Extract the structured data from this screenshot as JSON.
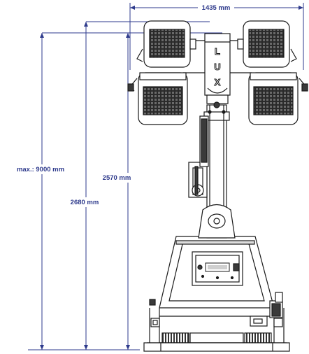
{
  "dimensions": {
    "width_label": "1435 mm",
    "height_max_label": "max.: 9000 mm",
    "height_mid_label": "2680 mm",
    "height_inner_label": "2570 mm"
  },
  "mast_letters": [
    "L",
    "U",
    "X"
  ],
  "colors": {
    "dimension": "#2e3a8c",
    "outline": "#1a1a1a",
    "fill": "#ffffff",
    "panel": "#3a3a3a"
  }
}
